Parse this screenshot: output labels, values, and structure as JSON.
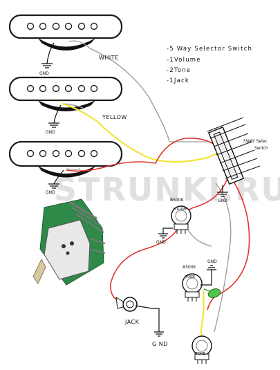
{
  "watermark": "STRUNKI.RU",
  "notes": {
    "line1": "-5 Way Selector Switch",
    "line2": "-1Volume",
    "line3": "-2Tone",
    "line4": "-1Jack"
  },
  "wires": {
    "white": "WHITE",
    "yellow": "YELLOW"
  },
  "ground_labels": {
    "pickup1": "GND",
    "pickup2": "GND",
    "pickup3": "GND",
    "switch": "GND",
    "volume": "GND",
    "tone": "GND",
    "jack": "G ND"
  },
  "switch": {
    "label_line1": "5WAY Selec",
    "label_line2": "Switch"
  },
  "volume": {
    "value": "B500K",
    "name": "VOLUME"
  },
  "tone": {
    "value": "A500K",
    "name": "TONE",
    "name2": "TONE"
  },
  "jack": {
    "name": "JACK"
  },
  "colors": {
    "white_wire": "#9a9a9a",
    "yellow_wire": "#f1e43a",
    "red_wire": "#e0312b",
    "capacitor": "#4fc24f"
  }
}
